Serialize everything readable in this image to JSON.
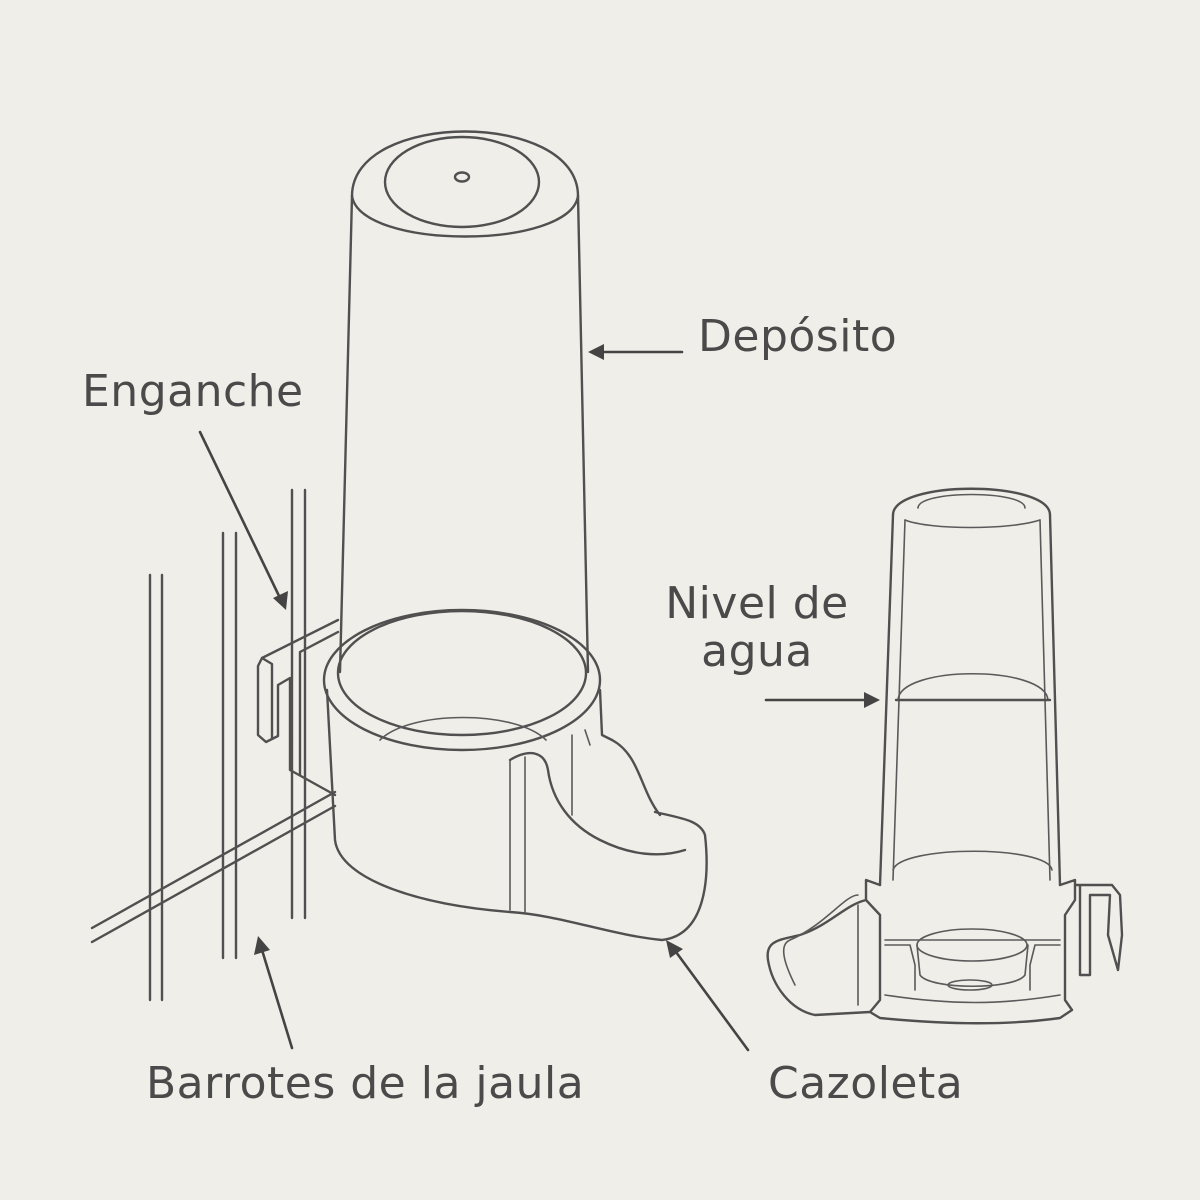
{
  "labels": {
    "deposito": "Depósito",
    "enganche": "Enganche",
    "nivel_line1": "Nivel de",
    "nivel_line2": "agua",
    "barrotes": "Barrotes de la jaula",
    "cazoleta": "Cazoleta"
  }
}
